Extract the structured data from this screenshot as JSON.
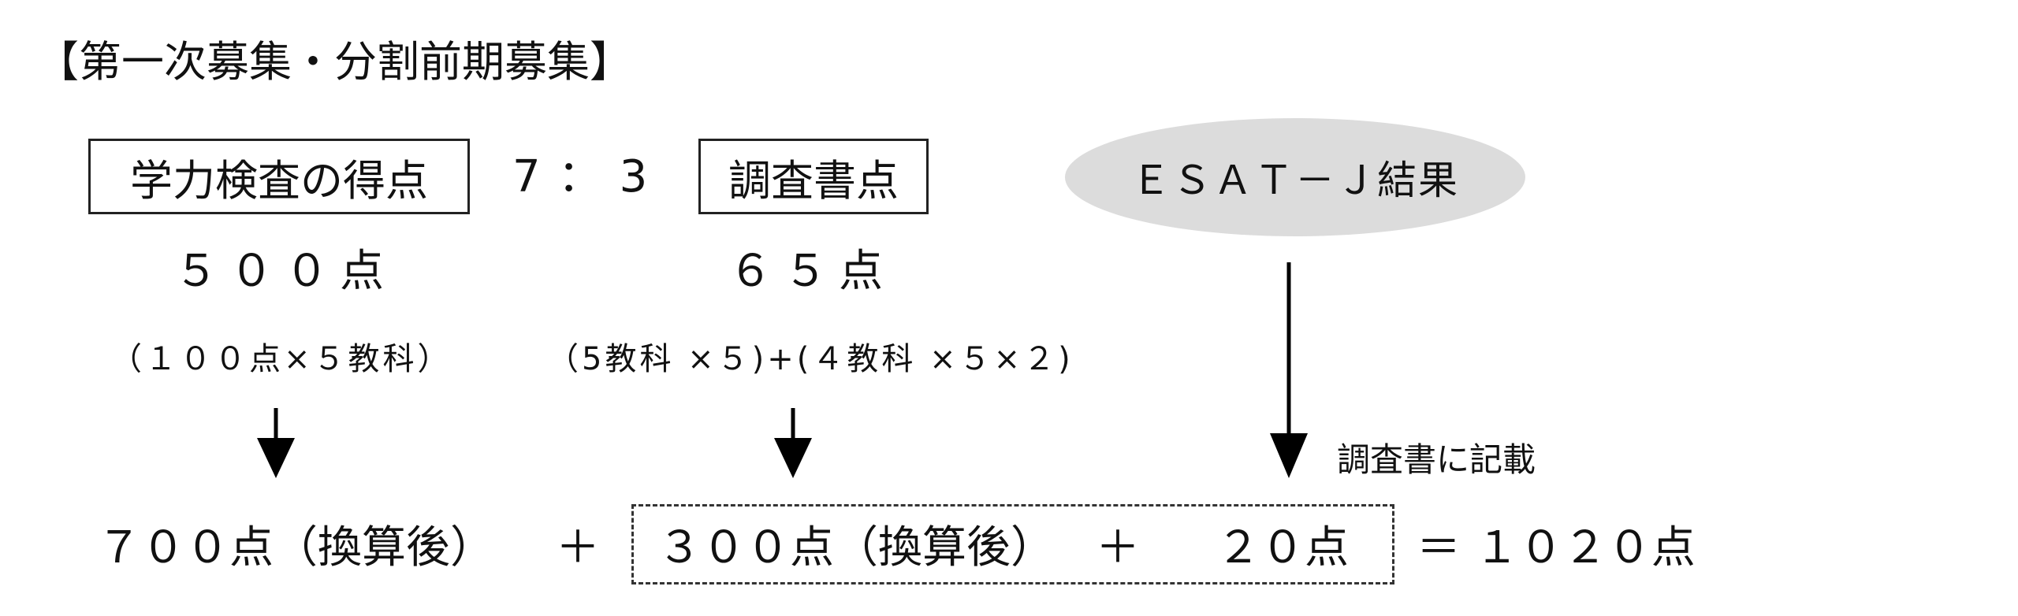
{
  "title": "【第一次募集・分割前期募集】",
  "exam_box": "学力検査の得点",
  "ratio": "7：3",
  "report_box": "調査書点",
  "esat_label": "ＥＳＡＴ－Ｊ結果",
  "exam_points": "５００点",
  "report_points": "６５点",
  "exam_breakdown": "（１００点×５教科）",
  "report_breakdown": "（5教科 ×５)+(４教科 ×５×２)",
  "esat_note": "調査書に記載",
  "result": {
    "exam_converted": "７００点（換算後）",
    "plus1": "＋",
    "report_converted": "３００点（換算後）",
    "plus2": "＋",
    "esat_points": "２０点",
    "total": "＝ １０２０点"
  }
}
